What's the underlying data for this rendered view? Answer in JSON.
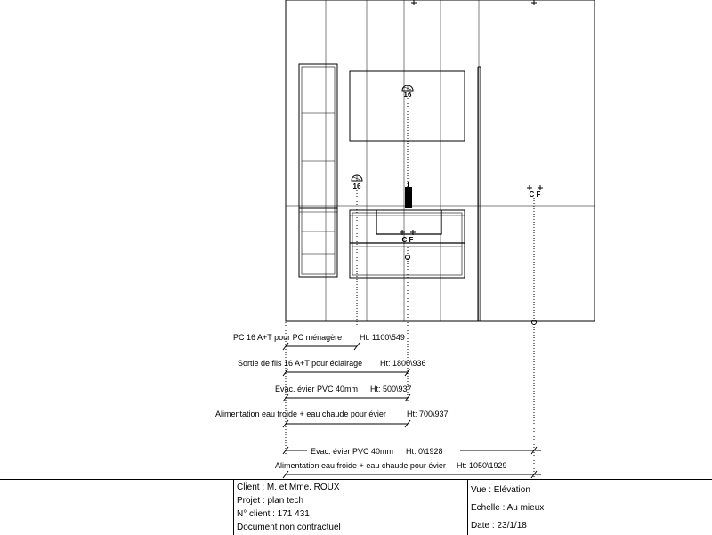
{
  "elevation": {
    "outlet_tags": {
      "mirror_outlet": "16",
      "wall_outlet": "16",
      "cf_sink": "C F",
      "cf_right": "C F"
    }
  },
  "annotations": [
    {
      "label": "PC 16 A+T pour PC ménagère",
      "height": "Ht: 1100\\549"
    },
    {
      "label": "Sortie de fils 16 A+T pour éclairage",
      "height": "Ht: 1800\\936"
    },
    {
      "label": "Evac. évier PVC 40mm",
      "height": "Ht: 500\\937"
    },
    {
      "label": "Alimentation eau froide + eau chaude  pour évier",
      "height": "Ht: 700\\937"
    },
    {
      "label": "Evac. évier PVC 40mm",
      "height": "Ht: 0\\1928"
    },
    {
      "label": "Alimentation eau froide + eau chaude  pour évier",
      "height": "Ht: 1050\\1929"
    }
  ],
  "title_block": {
    "client": "Client : M. et Mme. ROUX",
    "projet": "Projet : plan tech",
    "numero_client": "N° client : 171 431",
    "document": "Document non contractuel",
    "vue": "Vue : Elévation",
    "echelle": "Echelle : Au mieux",
    "date": "Date : 23/1/18"
  }
}
